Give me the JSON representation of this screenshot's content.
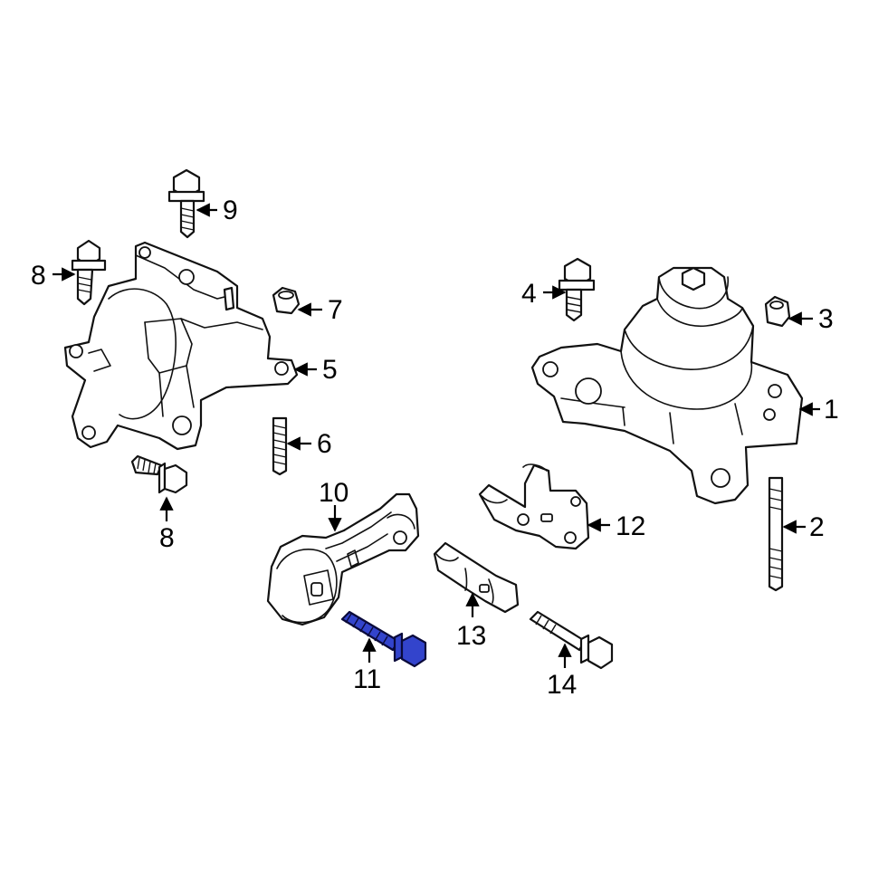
{
  "highlight_color": "#3344cc",
  "callouts": {
    "c1": "1",
    "c2": "2",
    "c3": "3",
    "c4": "4",
    "c5": "5",
    "c6": "6",
    "c7": "7",
    "c8a": "8",
    "c8b": "8",
    "c9": "9",
    "c10": "10",
    "c11": "11",
    "c12": "12",
    "c13": "13",
    "c14": "14"
  },
  "highlighted_part": "11"
}
